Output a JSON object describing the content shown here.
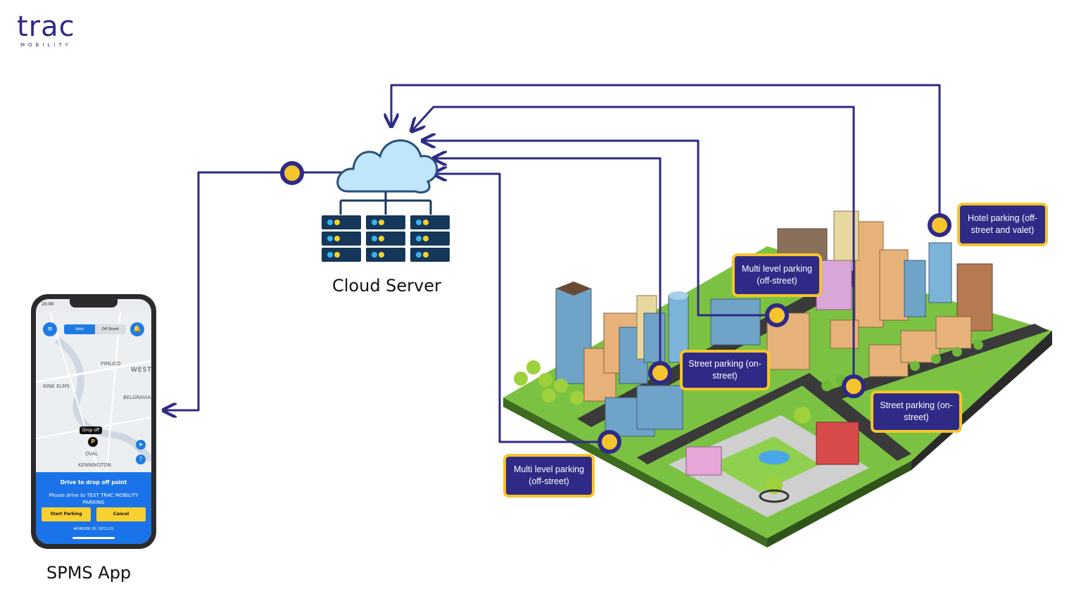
{
  "brand": {
    "name": "trac",
    "tagline": "MOBILITY",
    "color": "#2e2a86"
  },
  "colors": {
    "line": "#2f2a86",
    "node": "#f6c42c",
    "tag_bg": "#2f2a86",
    "tag_border": "#f6c42c",
    "app_blue": "#1a73e8",
    "app_button": "#f8d030"
  },
  "labels": {
    "cloud": "Cloud Server",
    "app": "SPMS App"
  },
  "tags": {
    "hotel": "Hotel parking (off-street and valet)",
    "multi_top": "Multi level parking (off-street)",
    "street_mid": "Street parking (on-street)",
    "street_right": "Street parking (on-street)",
    "multi_bottom": "Multi level parking (off-street)"
  },
  "app": {
    "time": "15:00",
    "segments": [
      "Valet",
      "Off Street"
    ],
    "map_labels": [
      "WEST",
      "PIMLICO",
      "NINE ELMS",
      "BELGRAVIA",
      "KENNINGTON",
      "OVAL"
    ],
    "pin_label": "Drop off",
    "pin_letter": "P",
    "panel_title": "Drive to drop off point",
    "panel_text": "Please drive to TEST TRAC MOBILITY PARKING",
    "btn_start": "Start Parking",
    "btn_cancel": "Cancel",
    "order": "#ORDER ID: OP1131"
  }
}
